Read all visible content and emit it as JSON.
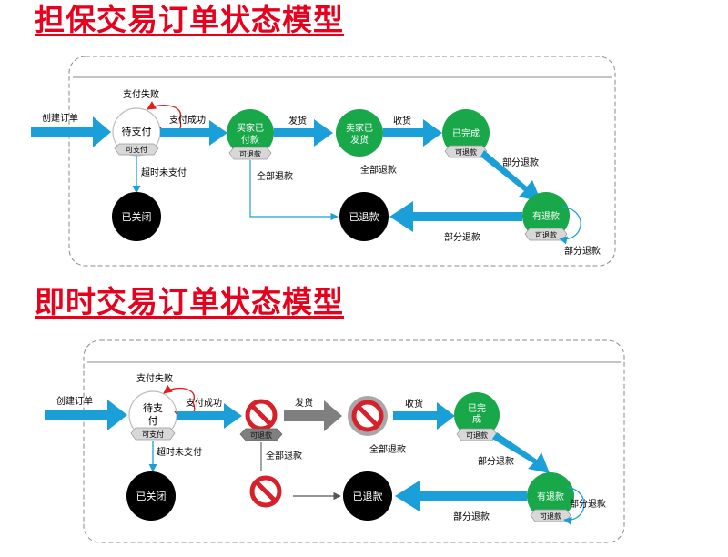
{
  "titles": {
    "escrow": "担保交易订单状态模型",
    "instant": "即时交易订单状态模型"
  },
  "escrow": {
    "create_order": "创建订单",
    "pay_fail": "支付失败",
    "pay_success": "支付成功",
    "timeout_unpaid": "超时未支付",
    "ship": "发货",
    "receive": "收货",
    "full_refund_a": "全部退款",
    "full_refund_b": "全部退款",
    "partial_refund_a": "部分退款",
    "partial_refund_b": "部分退款",
    "partial_refund_c": "部分退款",
    "states": {
      "pending_pay": "待支付",
      "buyer_paid_l1": "买家已",
      "buyer_paid_l2": "付款",
      "seller_shipped_l1": "卖家已",
      "seller_shipped_l2": "发货",
      "completed": "已完成",
      "has_refund": "有退款",
      "closed": "已关闭",
      "refunded": "已退款"
    },
    "tags": {
      "can_pay": "可支付",
      "can_refund_1": "可退款",
      "can_refund_2": "可退款",
      "can_refund_3": "可退款"
    }
  },
  "instant": {
    "create_order": "创建订单",
    "pay_fail": "支付失败",
    "pay_success": "支付成功",
    "timeout_unpaid": "超时未支付",
    "ship": "发货",
    "receive": "收货",
    "full_refund_a": "全部退款",
    "full_refund_b": "全部退款",
    "partial_refund_a": "部分退款",
    "partial_refund_b": "部分退款",
    "partial_refund_c": "部分退款",
    "states": {
      "pending_pay_l1": "待支",
      "pending_pay_l2": "付",
      "completed_l1": "已完",
      "completed_l2": "成",
      "has_refund": "有退款",
      "closed": "已关闭",
      "refunded": "已退款"
    },
    "tags": {
      "can_pay": "可支付",
      "can_refund_1": "可退款",
      "can_refund_2": "可退款",
      "can_refund_3": "可退款"
    }
  },
  "colors": {
    "title_red": "#e8001c",
    "blue_arrow": "#1a9fd9",
    "green_state": "#18a84a",
    "black_state": "#000000",
    "tag_gray": "#d8d8d8",
    "self_loop_red": "#e02020",
    "forbidden_red": "#d8202a",
    "gray_arrow": "#7f7f7f"
  }
}
